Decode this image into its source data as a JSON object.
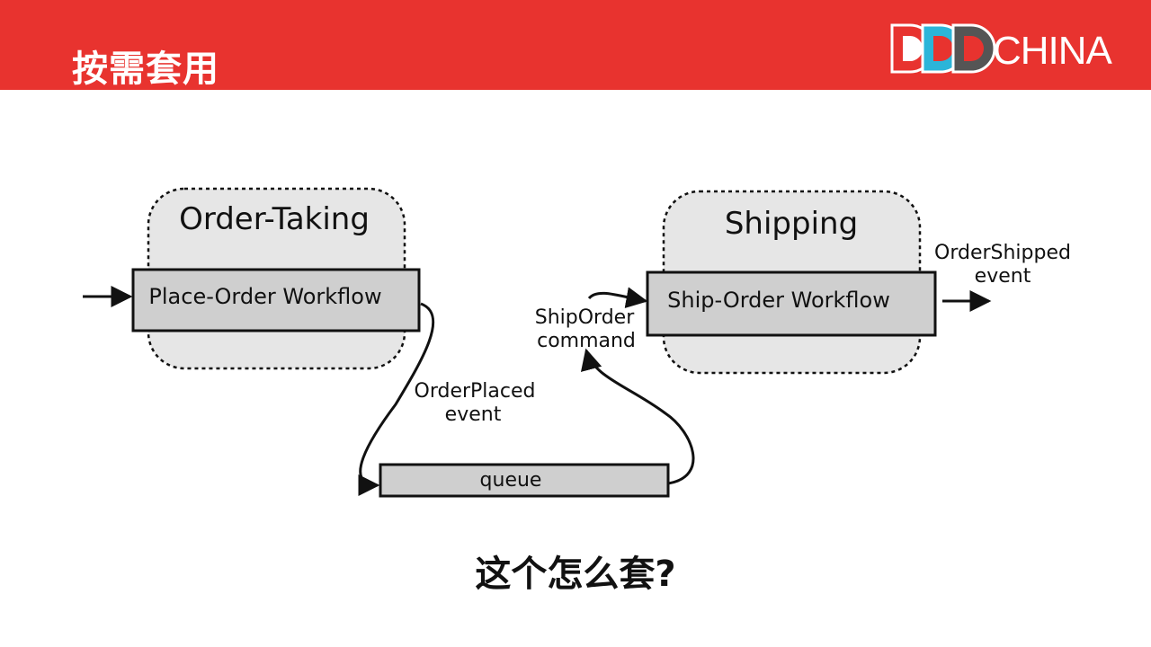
{
  "header": {
    "title": "按需套用",
    "logo_text": "CHINA",
    "logo_letters": "DDD",
    "accent_color": "#e8332f",
    "logo_colors": [
      "#e8332f",
      "#2bb5d9",
      "#555555"
    ]
  },
  "diagram": {
    "left_context": "Order-Taking",
    "left_workflow": "Place-Order  Workflow",
    "right_context": "Shipping",
    "right_workflow": "Ship-Order  Workflow",
    "event_out_line1": "OrderPlaced",
    "event_out_line2": "event",
    "command_line1": "ShipOrder",
    "command_line2": "command",
    "shipped_line1": "OrderShipped",
    "shipped_line2": "event",
    "queue_label": "queue"
  },
  "question": "这个怎么套?"
}
